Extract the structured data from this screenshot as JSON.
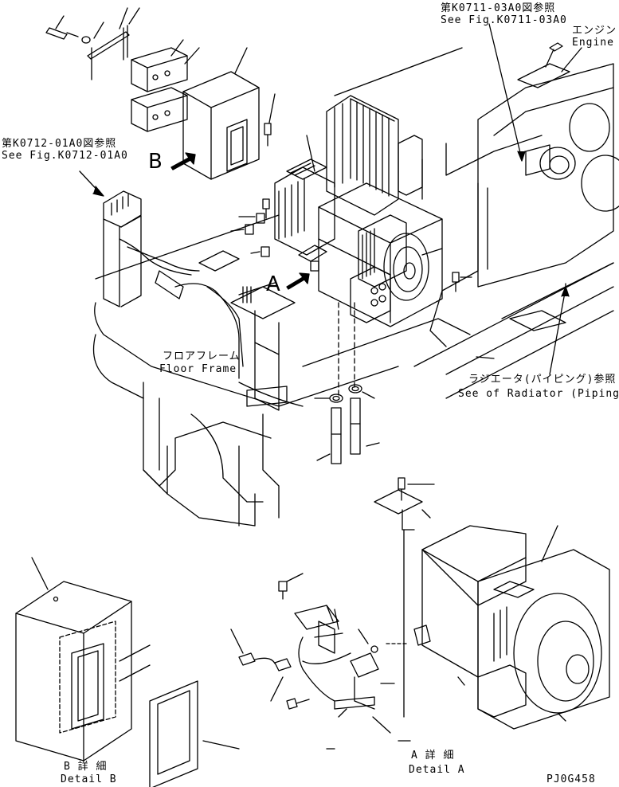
{
  "labels": {
    "ref_k0711_jp": "第K0711-03A0図参照",
    "ref_k0711_en": "See Fig.K0711-03A0",
    "engine_jp": "エンジン",
    "engine_en": "Engine",
    "ref_k0712_jp": "第K0712-01A0図参照",
    "ref_k0712_en": "See Fig.K0712-01A0",
    "view_b": "B",
    "view_a": "A",
    "floor_frame_jp": "フロアフレーム",
    "floor_frame_en": "Floor Frame",
    "radiator_jp": "ラジエータ(パイピング)参照",
    "radiator_en": "See of Radiator (Piping)",
    "detail_b_jp": "B 詳 細",
    "detail_b_en": "Detail B",
    "detail_a_jp": "A 詳 細",
    "detail_a_en": "Detail A",
    "drawing_number": "PJ0G458"
  },
  "colors": {
    "line": "#000000",
    "paper": "#ffffff"
  }
}
